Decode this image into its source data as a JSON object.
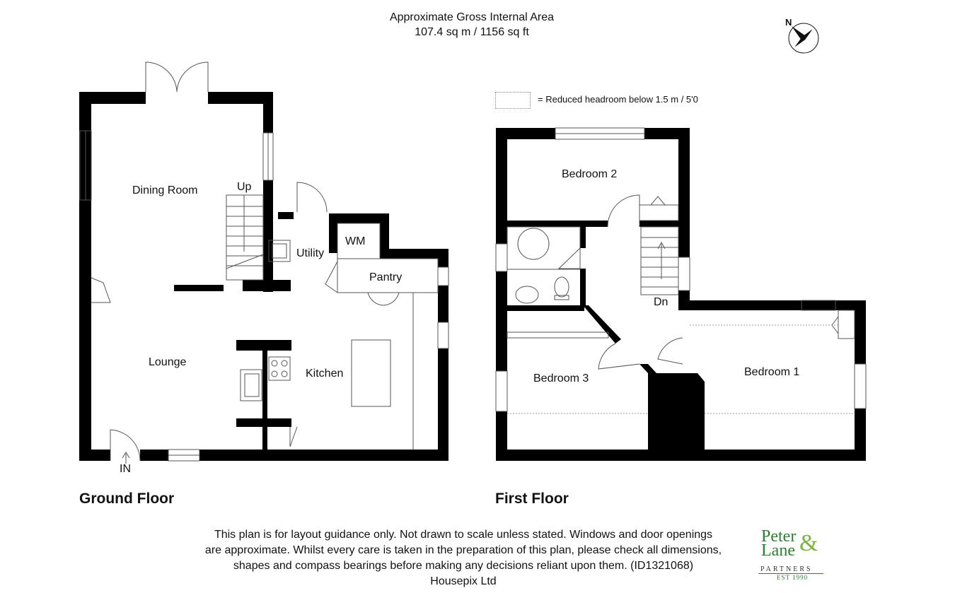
{
  "header": {
    "area_line1": "Approximate Gross Internal Area",
    "area_line2": "107.4 sq m / 1156 sq ft"
  },
  "compass": {
    "label": "N",
    "icon": "compass-rose-icon"
  },
  "legend": {
    "text": "=  Reduced headroom below 1.5 m / 5'0"
  },
  "ground_floor": {
    "label": "Ground Floor",
    "rooms": {
      "dining_room": "Dining Room",
      "lounge": "Lounge",
      "utility": "Utility",
      "wm": "WM",
      "pantry": "Pantry",
      "kitchen": "Kitchen"
    },
    "stairs_label": "Up",
    "entrance_label": "IN"
  },
  "first_floor": {
    "label": "First Floor",
    "rooms": {
      "bedroom_1": "Bedroom 1",
      "bedroom_2": "Bedroom 2",
      "bedroom_3": "Bedroom 3"
    },
    "stairs_label": "Dn"
  },
  "disclaimer": {
    "line1": "This plan is for layout guidance only. Not drawn to scale unless stated. Windows and door openings",
    "line2": "are approximate. Whilst every care is taken in the preparation of this plan, please check all dimensions,",
    "line3": "shapes and compass bearings before making any decisions reliant upon them. (ID1321068)",
    "line4": "Housepix Ltd"
  },
  "logo": {
    "line1": "Peter",
    "line2": "Lane",
    "ampersand": "&",
    "line3": "PARTNERS",
    "line4": "EST 1990",
    "colors": {
      "green": "#2e7d32"
    }
  },
  "colors": {
    "wall": "#000000",
    "line": "#555555"
  }
}
